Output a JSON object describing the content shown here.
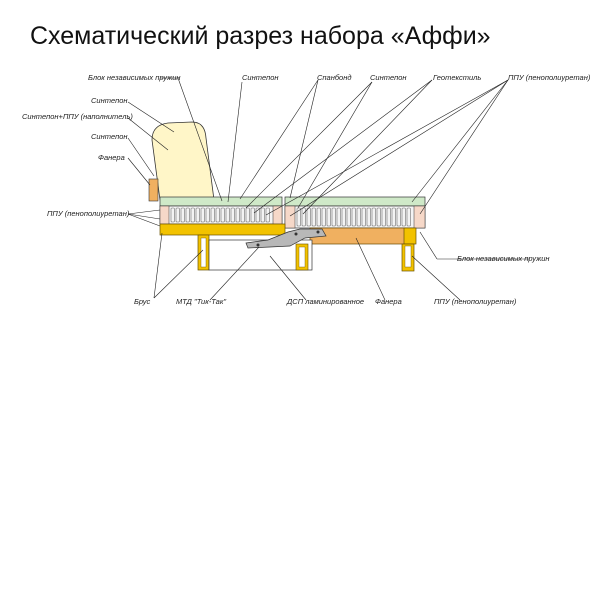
{
  "title": "Схематический разрез набора «Аффи»",
  "labels": {
    "blok_top": "Блок независимых пружин",
    "sintepon_1": "Синтепон",
    "spanbond": "Спанбонд",
    "sintepon_2": "Синтепон",
    "geotekstil": "Геотекстиль",
    "ppu_top": "ППУ (пенополиуретан)",
    "sintepon_back": "Синтепон",
    "sintepon_ppu": "Синтепон+ППУ (наполнитель)",
    "sintepon_side": "Синтепон",
    "fanera_left": "Фанера",
    "ppu_left": "ППУ (пенополиуретан)",
    "blok_right": "Блок независимых пружин",
    "brus": "Брус",
    "mtd": "МТД \"Тик-Так\"",
    "dsp": "ДСП ламинированное",
    "fanera_bottom": "Фанера",
    "ppu_bottom": "ППУ (пенополиуретан)"
  },
  "colors": {
    "frame_yellow": "#f2c200",
    "frame_orange": "#f0b060",
    "seat_green": "#cfe9c8",
    "back_cream": "#fff6c8",
    "foam_pink": "#f6d8c8",
    "spring_dark": "#6e6e6e",
    "mechanism_gray": "#b8b8b8",
    "leg_edge": "#8a6a00"
  }
}
